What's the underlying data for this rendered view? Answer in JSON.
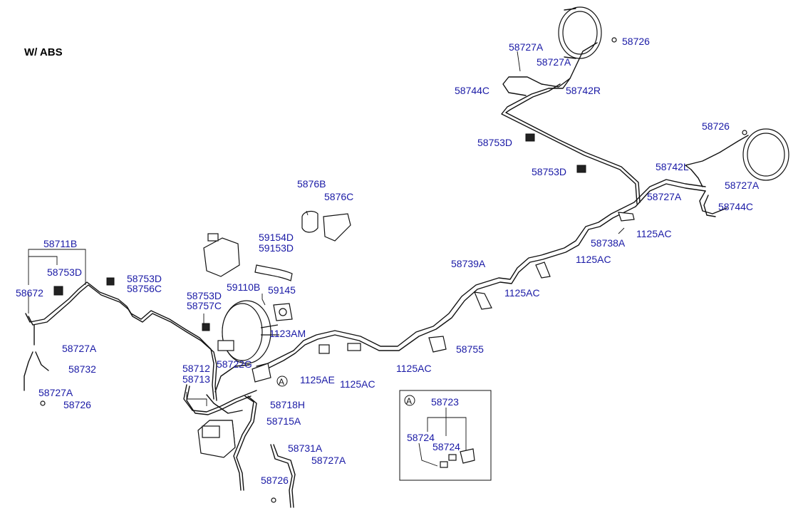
{
  "title": "W/ ABS",
  "detail_box": {
    "marker": "A",
    "labels": [
      "58723",
      "58724",
      "58724"
    ]
  },
  "callouts": {
    "c58726_rr_top": "58726",
    "c58727a_top1": "58727A",
    "c58727a_top2": "58727A",
    "c58744c_top": "58744C",
    "c58742r": "58742R",
    "c58753d_top": "58753D",
    "c58753d_mid": "58753D",
    "c58726_rr_right": "58726",
    "c58742l": "58742L",
    "c58727a_right1": "58727A",
    "c58727a_right2": "58727A",
    "c58744c_right": "58744C",
    "c1125ac_1": "1125AC",
    "c58738a": "58738A",
    "c1125ac_2": "1125AC",
    "c58739a": "58739A",
    "c1125ac_3": "1125AC",
    "c5876b": "5876B",
    "c5876c": "5876C",
    "c59154d": "59154D",
    "c59153d": "59153D",
    "c58711b": "58711B",
    "c58753d_left": "58753D",
    "c58672": "58672",
    "c58753d_clip": "58753D",
    "c58756c": "58756C",
    "c58753d_b": "58753D",
    "c58757c": "58757C",
    "c59110b": "59110B",
    "c59145": "59145",
    "c1123am": "1123AM",
    "c58727a_left": "58727A",
    "c58732": "58732",
    "c58727a_left2": "58727A",
    "c58726_left": "58726",
    "c58712": "58712",
    "c58722g": "58722G",
    "c58713": "58713",
    "c_marker_a": "A",
    "c1125ae": "1125AE",
    "c1125ac_4": "1125AC",
    "c1125ac_5": "1125AC",
    "c58755": "58755",
    "c58718h": "58718H",
    "c58715a": "58715A",
    "c58731a": "58731A",
    "c58727a_bottom": "58727A",
    "c58726_bottom": "58726"
  }
}
